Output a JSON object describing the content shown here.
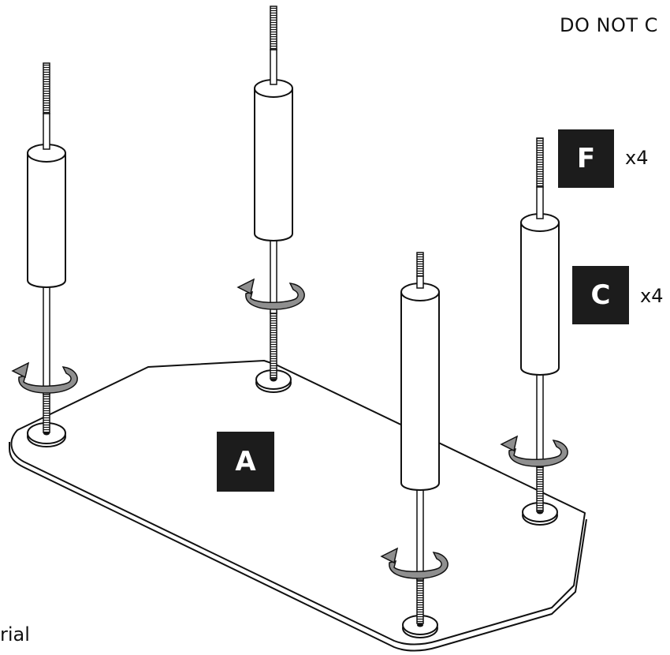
{
  "instructions": {
    "warning_text": "DO NOT C",
    "footer_text": "rial"
  },
  "parts": [
    {
      "letter": "F",
      "quantity": "x4",
      "icon": "threaded-rod-icon"
    },
    {
      "letter": "C",
      "quantity": "x4",
      "icon": "cylinder-leg-icon"
    },
    {
      "letter": "A",
      "icon": "base-plate-icon"
    }
  ],
  "colors": {
    "badge_background": "#1c1c1c",
    "badge_text": "#ffffff",
    "line": "#111111",
    "rotation_arrow": "#8f8f8f"
  }
}
